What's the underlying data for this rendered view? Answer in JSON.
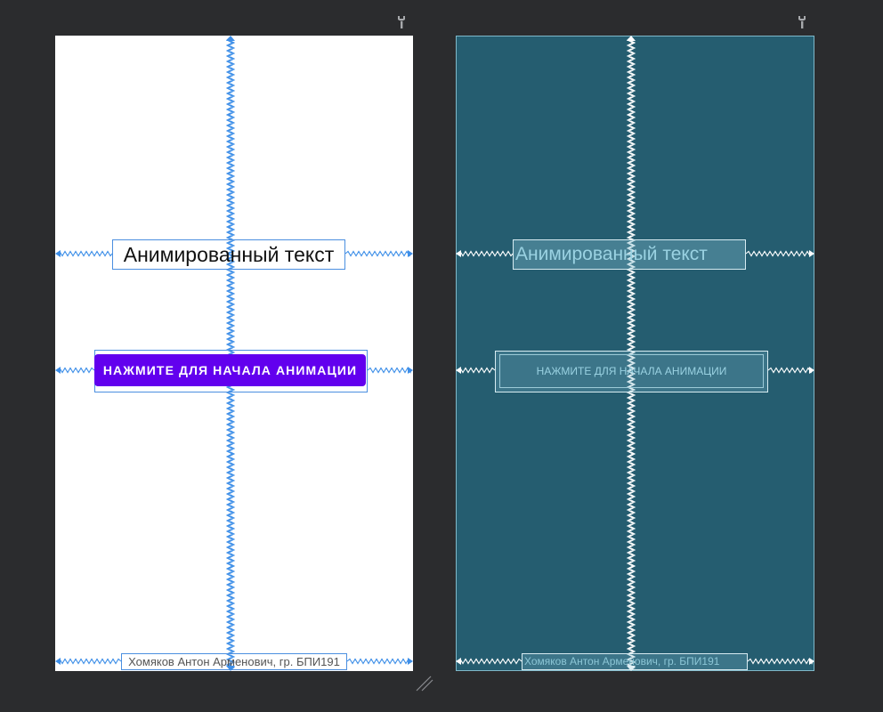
{
  "design_view": {
    "animated_text": "Анимированный текст",
    "start_button_label": "НАЖМИТЕ ДЛЯ НАЧАЛА АНИМАЦИИ",
    "author_text": "Хомяков Антон Арменович, гр. БПИ191"
  },
  "blueprint_view": {
    "animated_text": "Анимированный текст",
    "start_button_label": "НАЖМИТЕ ДЛЯ НАЧАЛА АНИМАЦИИ",
    "author_text": "Хомяков Антон Арменович, гр. БПИ191"
  },
  "colors": {
    "editor_background": "#2b2c2e",
    "design_background": "#ffffff",
    "blueprint_background": "#255d70",
    "constraint_design": "#3e8fe8",
    "constraint_blueprint": "#ffffff",
    "button_primary": "#6200ee"
  },
  "icons": [
    "wrench-icon",
    "resize-handle-icon"
  ]
}
